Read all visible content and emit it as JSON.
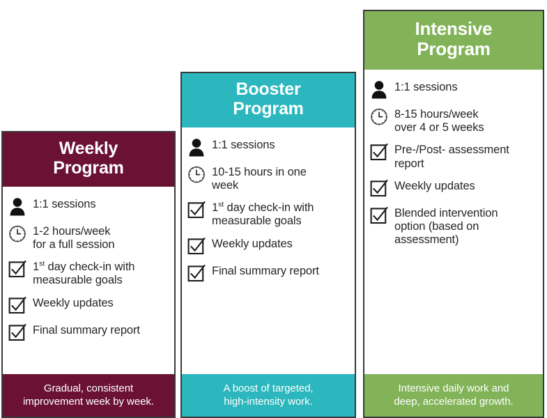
{
  "colors": {
    "weekly": "#6B1234",
    "booster": "#2BB7BD",
    "intensive": "#82B358",
    "card_border": "#3a3a3a",
    "text": "#262626",
    "header_text": "#ffffff",
    "page_background": "#ffffff"
  },
  "cards": [
    {
      "id": "weekly",
      "title_line1": "Weekly",
      "title_line2": "Program",
      "accent": "#6B1234",
      "features": [
        {
          "icon": "person-icon",
          "lines": [
            "1:1 sessions"
          ]
        },
        {
          "icon": "clock-icon",
          "lines": [
            "1-2 hours/week",
            "for a full session"
          ]
        },
        {
          "icon": "checkbox-checked-icon",
          "lines": [
            "1st day check-in with",
            "measurable goals"
          ],
          "superscript": "st"
        },
        {
          "icon": "checkbox-checked-icon",
          "lines": [
            "Weekly updates"
          ]
        },
        {
          "icon": "checkbox-checked-icon",
          "lines": [
            "Final summary report"
          ]
        }
      ],
      "footer_line1": "Gradual, consistent",
      "footer_line2": "improvement week by week."
    },
    {
      "id": "booster",
      "title_line1": "Booster",
      "title_line2": "Program",
      "accent": "#2BB7BD",
      "features": [
        {
          "icon": "person-icon",
          "lines": [
            "1:1 sessions"
          ]
        },
        {
          "icon": "clock-icon",
          "lines": [
            "10-15 hours in one",
            "week"
          ]
        },
        {
          "icon": "checkbox-checked-icon",
          "lines": [
            "1st day check-in with",
            "measurable goals"
          ],
          "superscript": "st"
        },
        {
          "icon": "checkbox-checked-icon",
          "lines": [
            "Weekly updates"
          ]
        },
        {
          "icon": "checkbox-checked-icon",
          "lines": [
            "Final summary report"
          ]
        }
      ],
      "footer_line1": "A boost of targeted,",
      "footer_line2": "high-intensity work."
    },
    {
      "id": "intensive",
      "title_line1": "Intensive",
      "title_line2": "Program",
      "accent": "#82B358",
      "features": [
        {
          "icon": "person-icon",
          "lines": [
            "1:1 sessions"
          ]
        },
        {
          "icon": "clock-icon",
          "lines": [
            "8-15 hours/week",
            "over 4 or 5 weeks"
          ]
        },
        {
          "icon": "checkbox-checked-icon",
          "lines": [
            "Pre-/Post- assessment",
            "report"
          ]
        },
        {
          "icon": "checkbox-checked-icon",
          "lines": [
            "Weekly updates"
          ]
        },
        {
          "icon": "checkbox-checked-icon",
          "lines": [
            "Blended intervention",
            "option (based on",
            "assessment)"
          ]
        }
      ],
      "footer_line1": "Intensive daily work and",
      "footer_line2": "deep, accelerated growth."
    }
  ]
}
